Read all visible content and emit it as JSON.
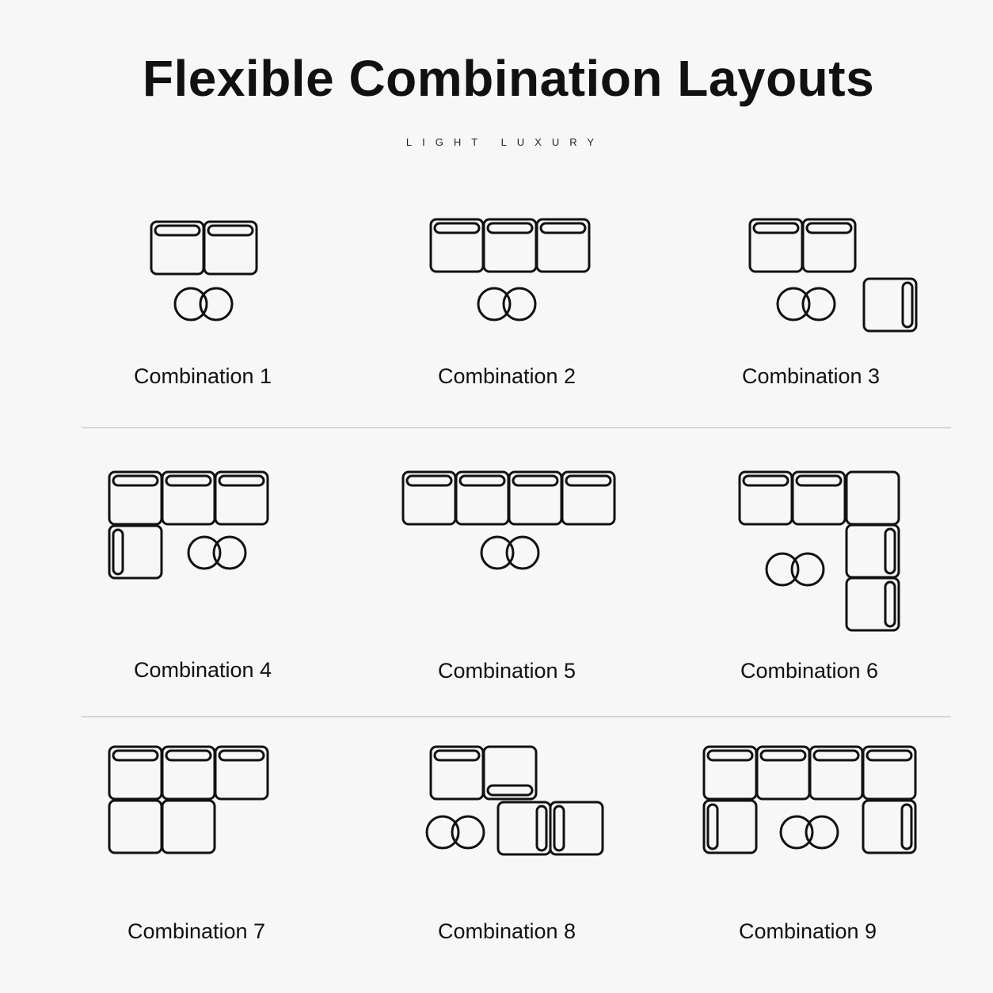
{
  "header": {
    "title": "Flexible Combination Layouts",
    "subtitle": "LIGHT LUXURY"
  },
  "combinations": [
    {
      "label": "Combination 1"
    },
    {
      "label": "Combination 2"
    },
    {
      "label": "Combination 3"
    },
    {
      "label": "Combination 4"
    },
    {
      "label": "Combination 5"
    },
    {
      "label": "Combination 6"
    },
    {
      "label": "Combination 7"
    },
    {
      "label": "Combination 8"
    },
    {
      "label": "Combination 9"
    }
  ],
  "colors": {
    "background": "#f7f7f7",
    "line": "#111111",
    "divider": "#d6d6d6"
  }
}
